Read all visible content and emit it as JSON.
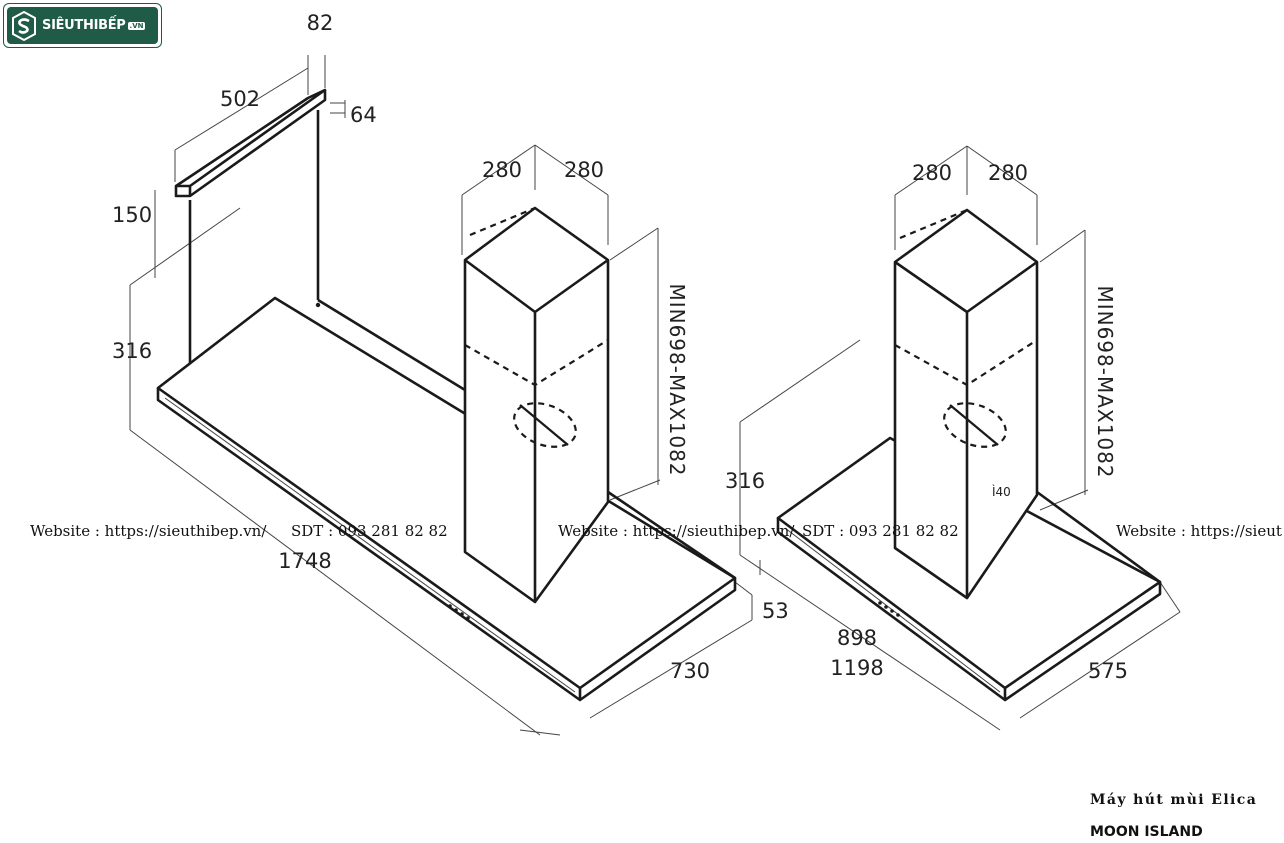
{
  "brand": {
    "name": "SIÊUTHIBẾP",
    "suffix": ".VN",
    "icon": "s-logo-icon",
    "color": "#1f5b46"
  },
  "left_hood": {
    "dims": {
      "rail_depth": "82",
      "rail_length": "502",
      "rail_height": "64",
      "rail_drop": "150",
      "body_height": "316",
      "chimney_w1": "280",
      "chimney_w2": "280",
      "chimney_height": "MIN698-MAX1082",
      "width": "1748",
      "thickness": "53",
      "depth": "730"
    }
  },
  "right_hood": {
    "dims": {
      "chimney_w1": "280",
      "chimney_w2": "280",
      "chimney_height": "MIN698-MAX1082",
      "body_height": "316",
      "outlet": "Ì40",
      "width_inner": "898",
      "width": "1198",
      "depth": "575"
    }
  },
  "watermark": {
    "website_1": "Website : https://sieuthibep.vn/",
    "phone_1": "SDT : 093 281 82 82",
    "website_2": "Website : https://sieuthibep.vn/",
    "phone_2": "SDT : 093 281 82 82",
    "website_3": "Website : https://sieut"
  },
  "caption": {
    "line1": "Máy hút mùi Elica",
    "line2": "MOON ISLAND"
  }
}
